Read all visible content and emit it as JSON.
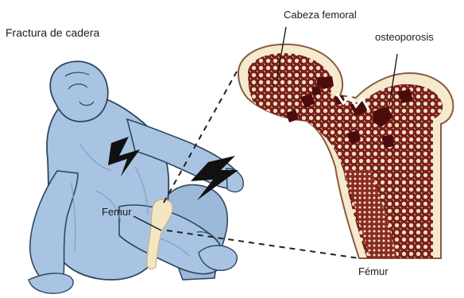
{
  "labels": {
    "title": "Fractura de cadera",
    "femoral_head": "Cabeza femoral",
    "osteoporosis": "osteoporosis",
    "femur_on_body": "Femur",
    "femur_bottom": "Fémur"
  },
  "colors": {
    "skin_fill": "#a8c4e2",
    "skin_shadow": "#7e9fc4",
    "outline": "#2e4660",
    "bone_red": "#7a1f1a",
    "bone_cream": "#f4ead0",
    "femur_highlight": "#f4e6c2",
    "cavity": "#4a0c0c"
  },
  "icons": {
    "pain_bolt_1": "lightning-bolt-icon",
    "pain_bolt_2": "lightning-bolt-icon"
  }
}
